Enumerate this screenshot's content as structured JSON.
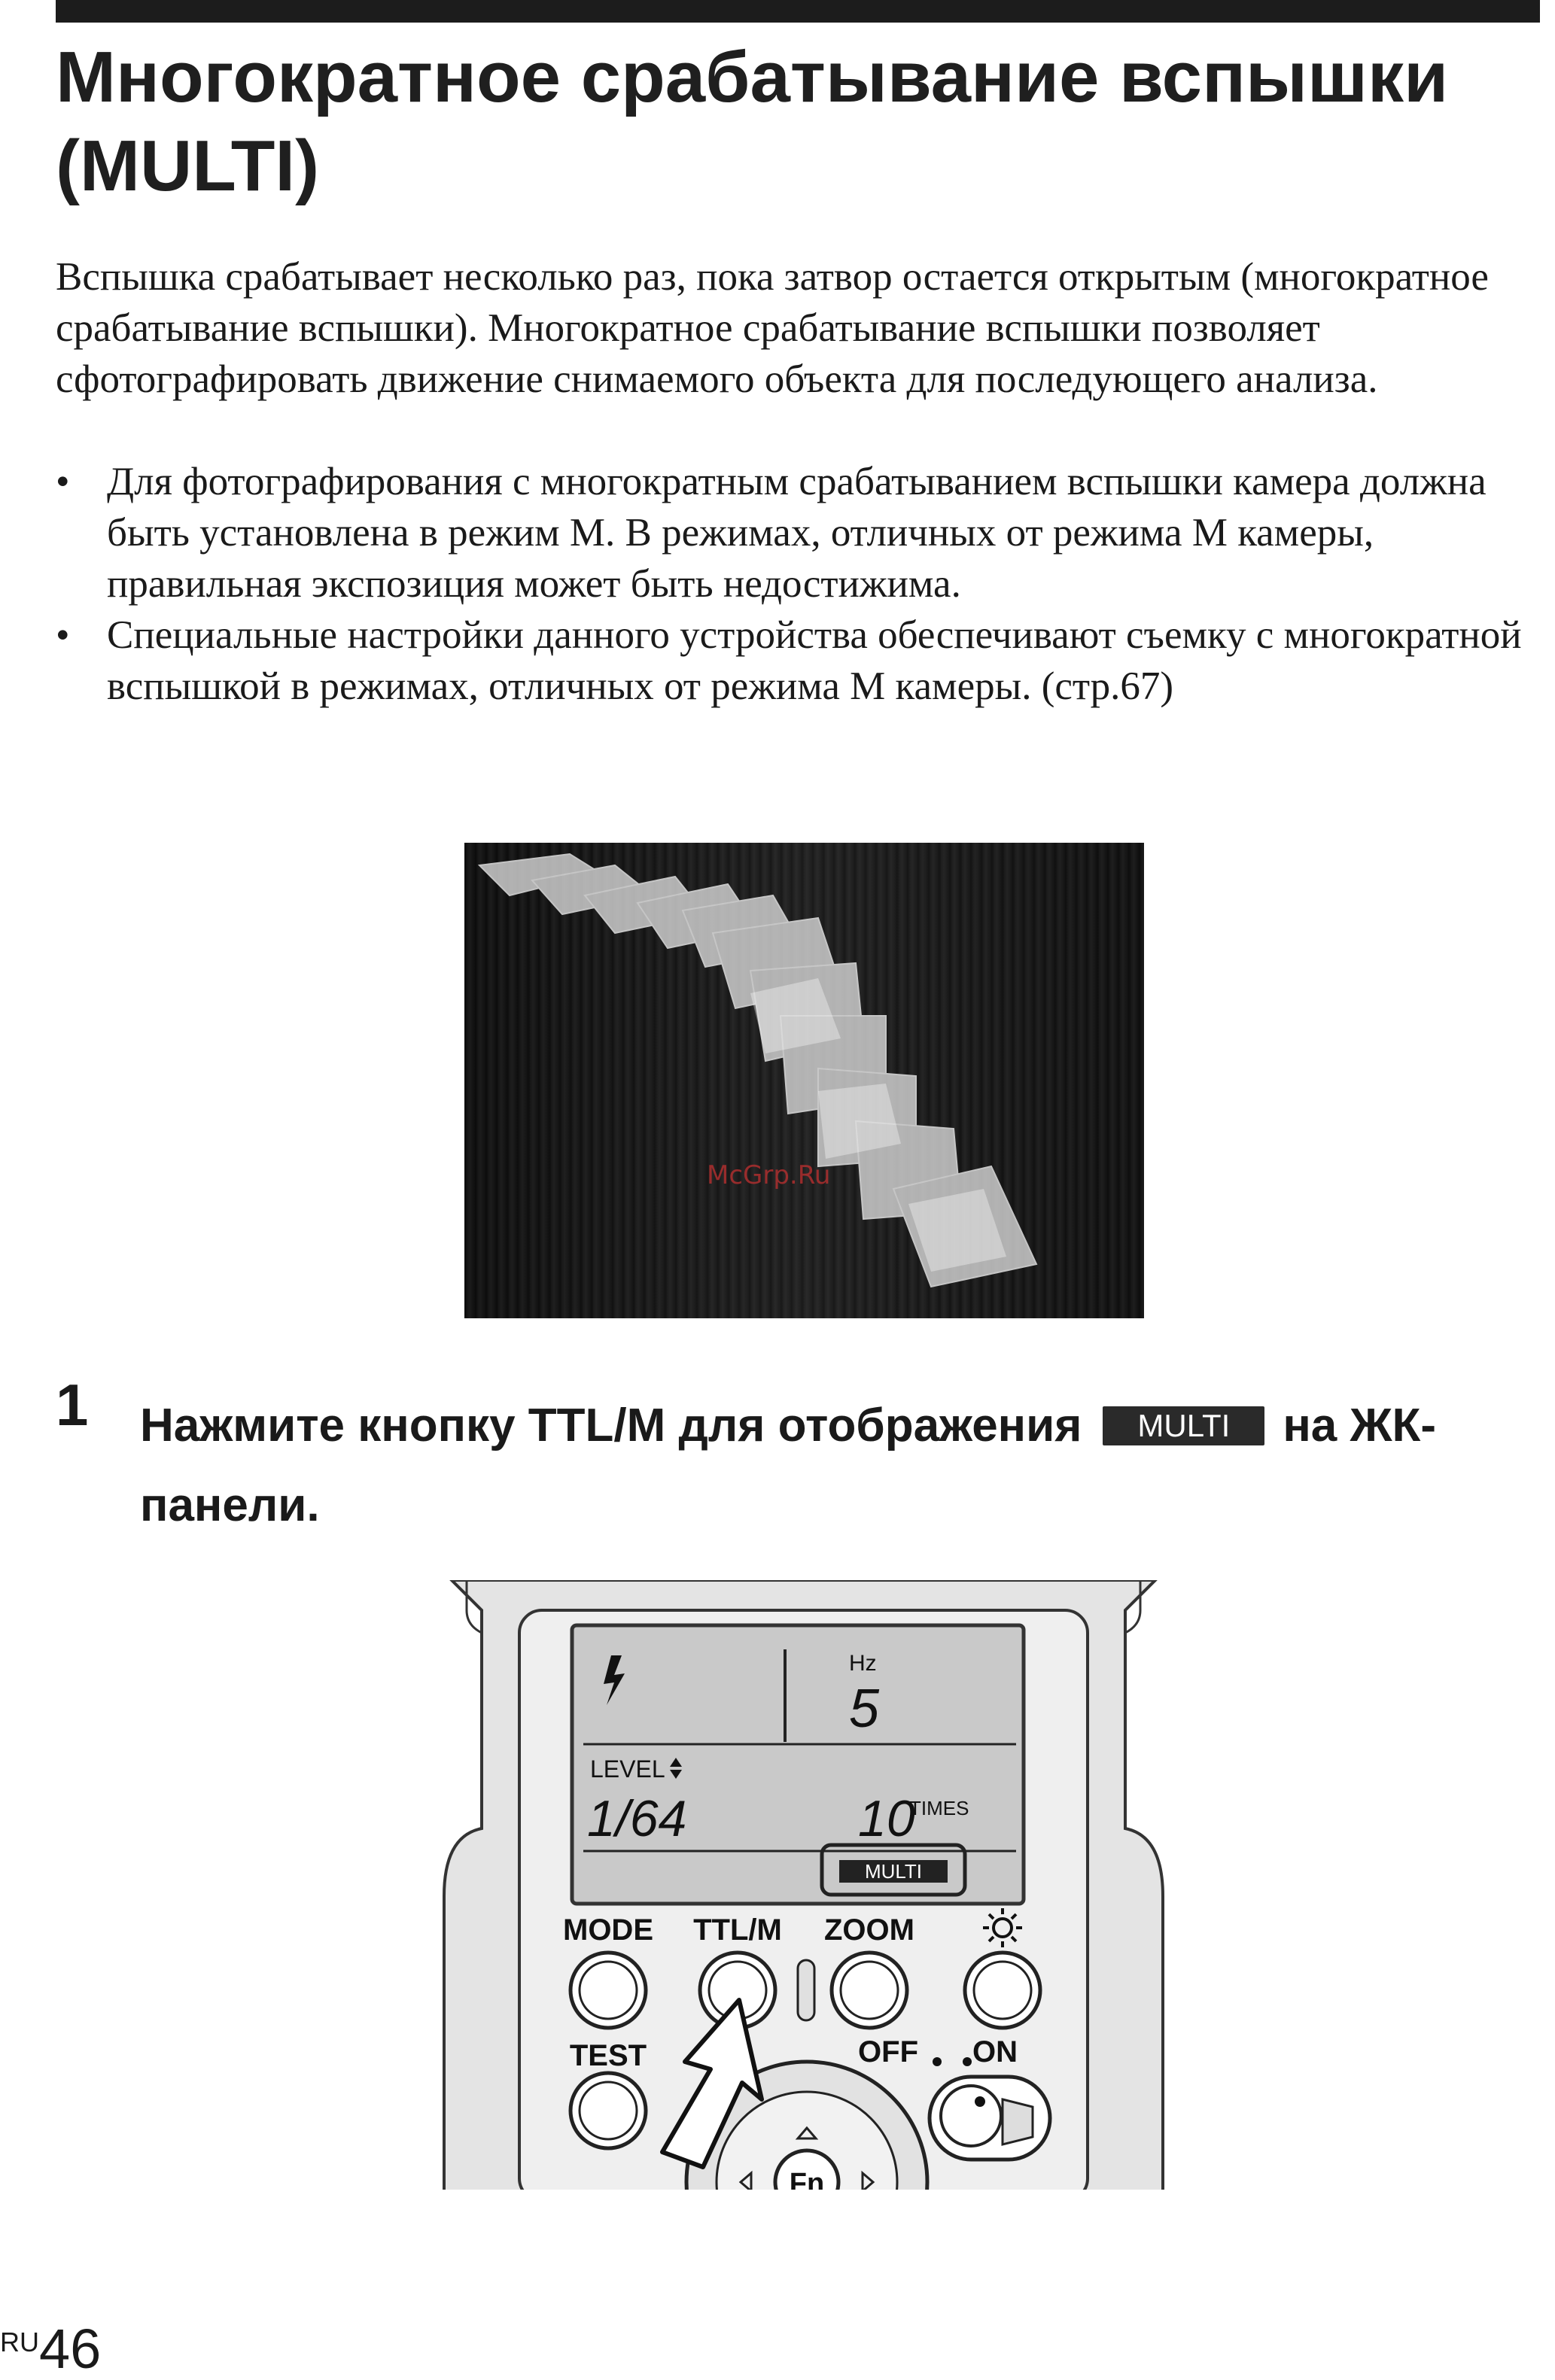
{
  "title": "Многократное срабатывание вспышки (MULTI)",
  "intro": "Вспышка срабатывает несколько раз, пока затвор остается открытым (многократное срабатывание вспышки). Многократное срабатывание вспышки позволяет сфотографировать движение снимаемого объекта для последующего анализа.",
  "bullets": [
    "Для фотографирования с многократным срабатыванием вспышки камера должна быть установлена в режим M. В режимах, отличных от режима M камеры, правильная экспозиция может быть недостижима.",
    "Специальные настройки данного устройства обеспечивают съемку с многократной вспышкой в режимах, отличных от режима M камеры. (стр.67)"
  ],
  "bullet_symbol": "•",
  "watermark": "McGrp.Ru",
  "step": {
    "number": "1",
    "text_before": "Нажмите кнопку TTL/M для отображения",
    "badge": "MULTI",
    "text_after": "на ЖК-панели."
  },
  "lcd": {
    "hz_label": "Hz",
    "hz_value": "5",
    "level_label": "LEVEL",
    "level_value": "1/64",
    "times_value": "10",
    "times_label": "TIMES",
    "mode_badge": "MULTI"
  },
  "buttons": {
    "mode": "MODE",
    "ttlm": "TTL/M",
    "zoom": "ZOOM",
    "test": "TEST",
    "off": "OFF",
    "on": "ON",
    "fn": "Fn"
  },
  "icons": [
    "flash-icon",
    "level-updown-icon",
    "light-icon",
    "pointer-arrow-icon"
  ],
  "footer": {
    "lang": "RU",
    "page": "46"
  }
}
